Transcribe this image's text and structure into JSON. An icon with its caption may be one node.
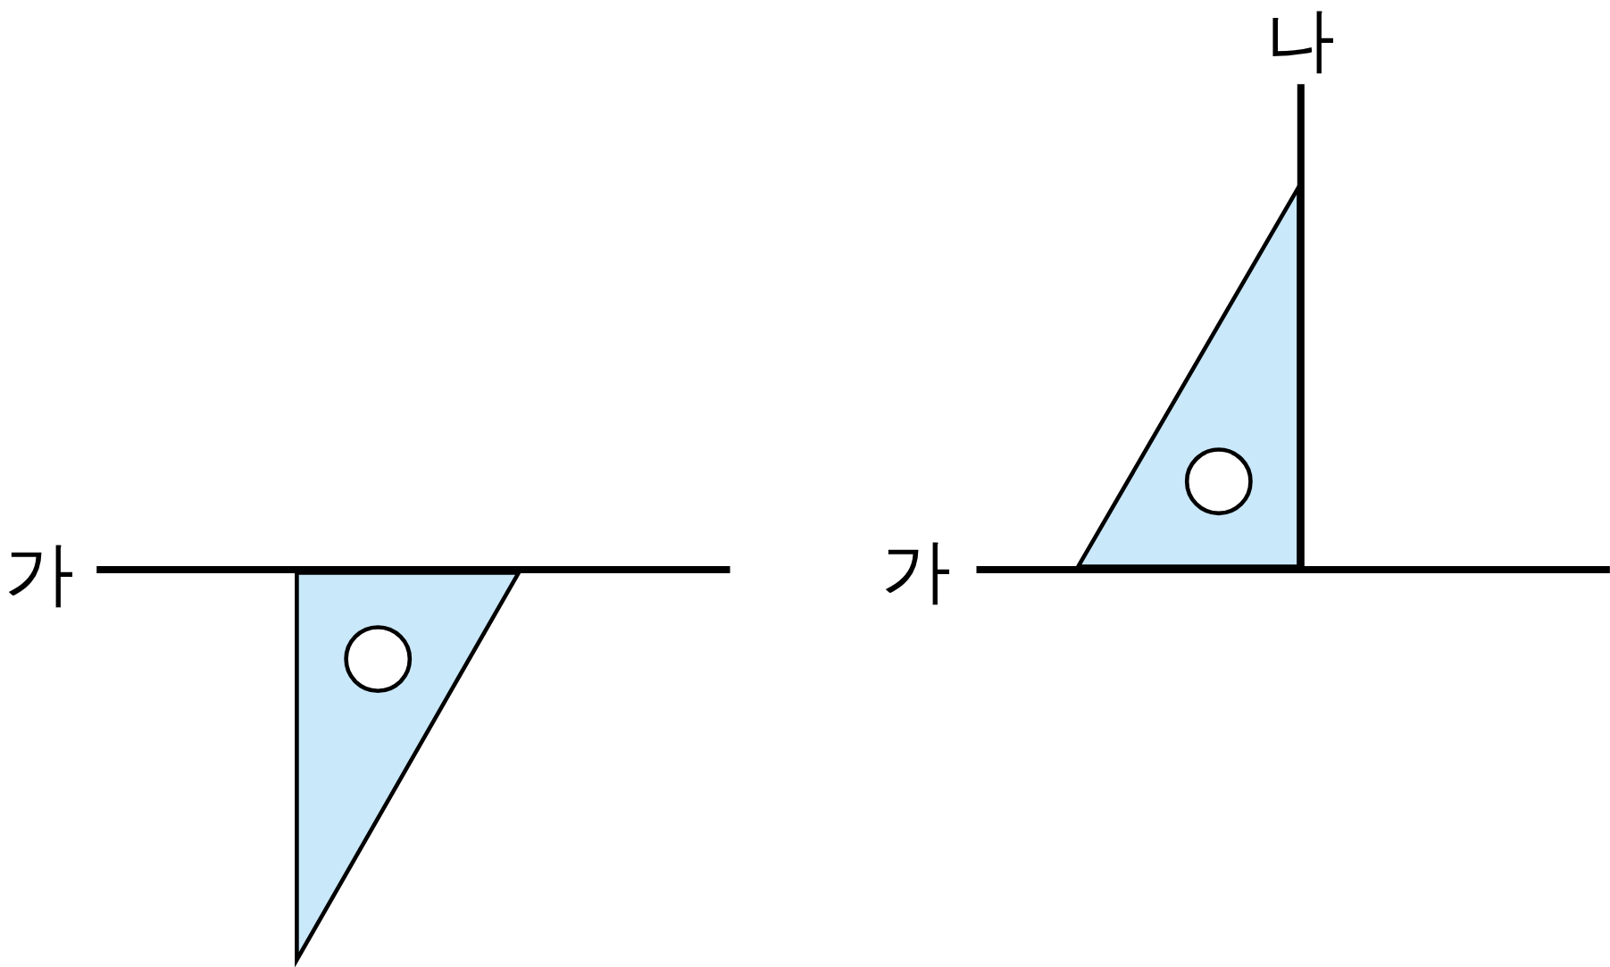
{
  "diagram": {
    "labels": [
      "나",
      "가",
      "가"
    ]
  }
}
